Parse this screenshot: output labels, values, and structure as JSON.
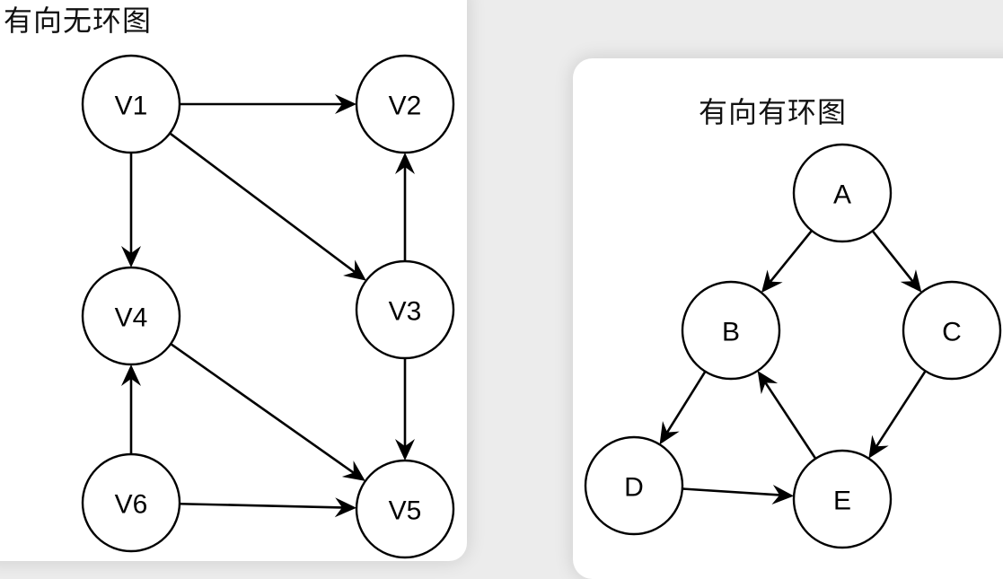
{
  "diagrams": [
    {
      "id": "dag",
      "title": "有向无环图",
      "nodes": [
        {
          "id": "V1",
          "label": "V1"
        },
        {
          "id": "V2",
          "label": "V2"
        },
        {
          "id": "V3",
          "label": "V3"
        },
        {
          "id": "V4",
          "label": "V4"
        },
        {
          "id": "V5",
          "label": "V5"
        },
        {
          "id": "V6",
          "label": "V6"
        }
      ],
      "edges": [
        {
          "from": "V1",
          "to": "V2"
        },
        {
          "from": "V1",
          "to": "V4"
        },
        {
          "from": "V1",
          "to": "V3"
        },
        {
          "from": "V3",
          "to": "V2"
        },
        {
          "from": "V3",
          "to": "V5"
        },
        {
          "from": "V4",
          "to": "V5"
        },
        {
          "from": "V6",
          "to": "V4"
        },
        {
          "from": "V6",
          "to": "V5"
        }
      ]
    },
    {
      "id": "cyclic",
      "title": "有向有环图",
      "nodes": [
        {
          "id": "A",
          "label": "A"
        },
        {
          "id": "B",
          "label": "B"
        },
        {
          "id": "C",
          "label": "C"
        },
        {
          "id": "D",
          "label": "D"
        },
        {
          "id": "E",
          "label": "E"
        }
      ],
      "edges": [
        {
          "from": "A",
          "to": "B"
        },
        {
          "from": "A",
          "to": "C"
        },
        {
          "from": "B",
          "to": "D"
        },
        {
          "from": "D",
          "to": "E"
        },
        {
          "from": "E",
          "to": "B"
        },
        {
          "from": "C",
          "to": "E"
        }
      ]
    }
  ]
}
